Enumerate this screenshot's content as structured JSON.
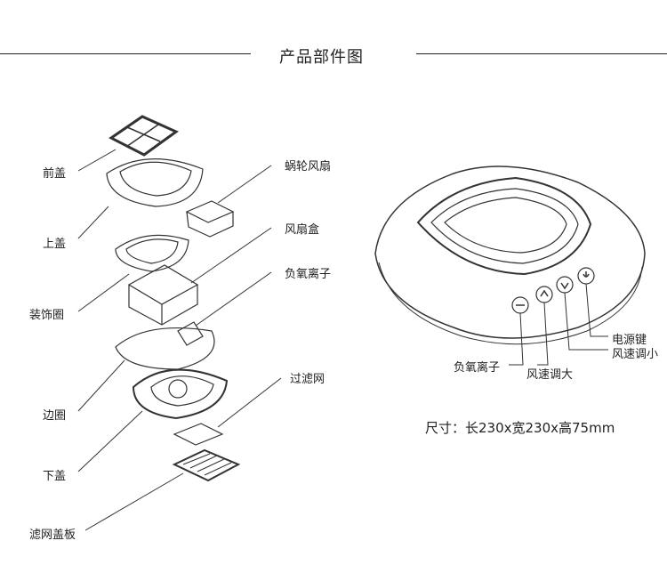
{
  "title": "产品部件图",
  "left_labels": [
    "前盖",
    "上盖",
    "装饰圈",
    "边圈",
    "下盖",
    "滤网盖板"
  ],
  "right_labels": [
    "蜗轮风扇",
    "风扇盒",
    "负氧离子",
    "过滤网"
  ],
  "button_labels": {
    "power": "电源键",
    "speed_down": "风速调小",
    "speed_up": "风速调大",
    "ion": "负氧离子"
  },
  "dimensions": "尺寸：长230x宽230x高75mm"
}
